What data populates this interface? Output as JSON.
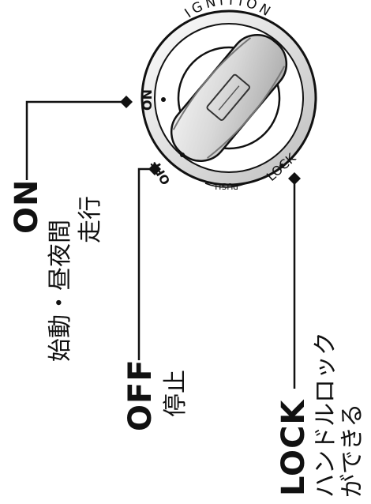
{
  "switch": {
    "ring_text": "IGNITION",
    "on_mark": "ON",
    "off_mark": "OFF",
    "lock_mark": "LOCK",
    "push_mark": "PUSH"
  },
  "labels": {
    "on": {
      "title": "ON",
      "desc_line1": "始動・昼夜間",
      "desc_line2": "走行"
    },
    "off": {
      "title": "OFF",
      "desc": "停止"
    },
    "lock": {
      "title": "LOCK",
      "desc_line1": "ハンドルロック",
      "desc_line2": "ができる"
    }
  },
  "colors": {
    "line": "#111111",
    "metal": "#cfcfcf",
    "background": "#ffffff"
  }
}
